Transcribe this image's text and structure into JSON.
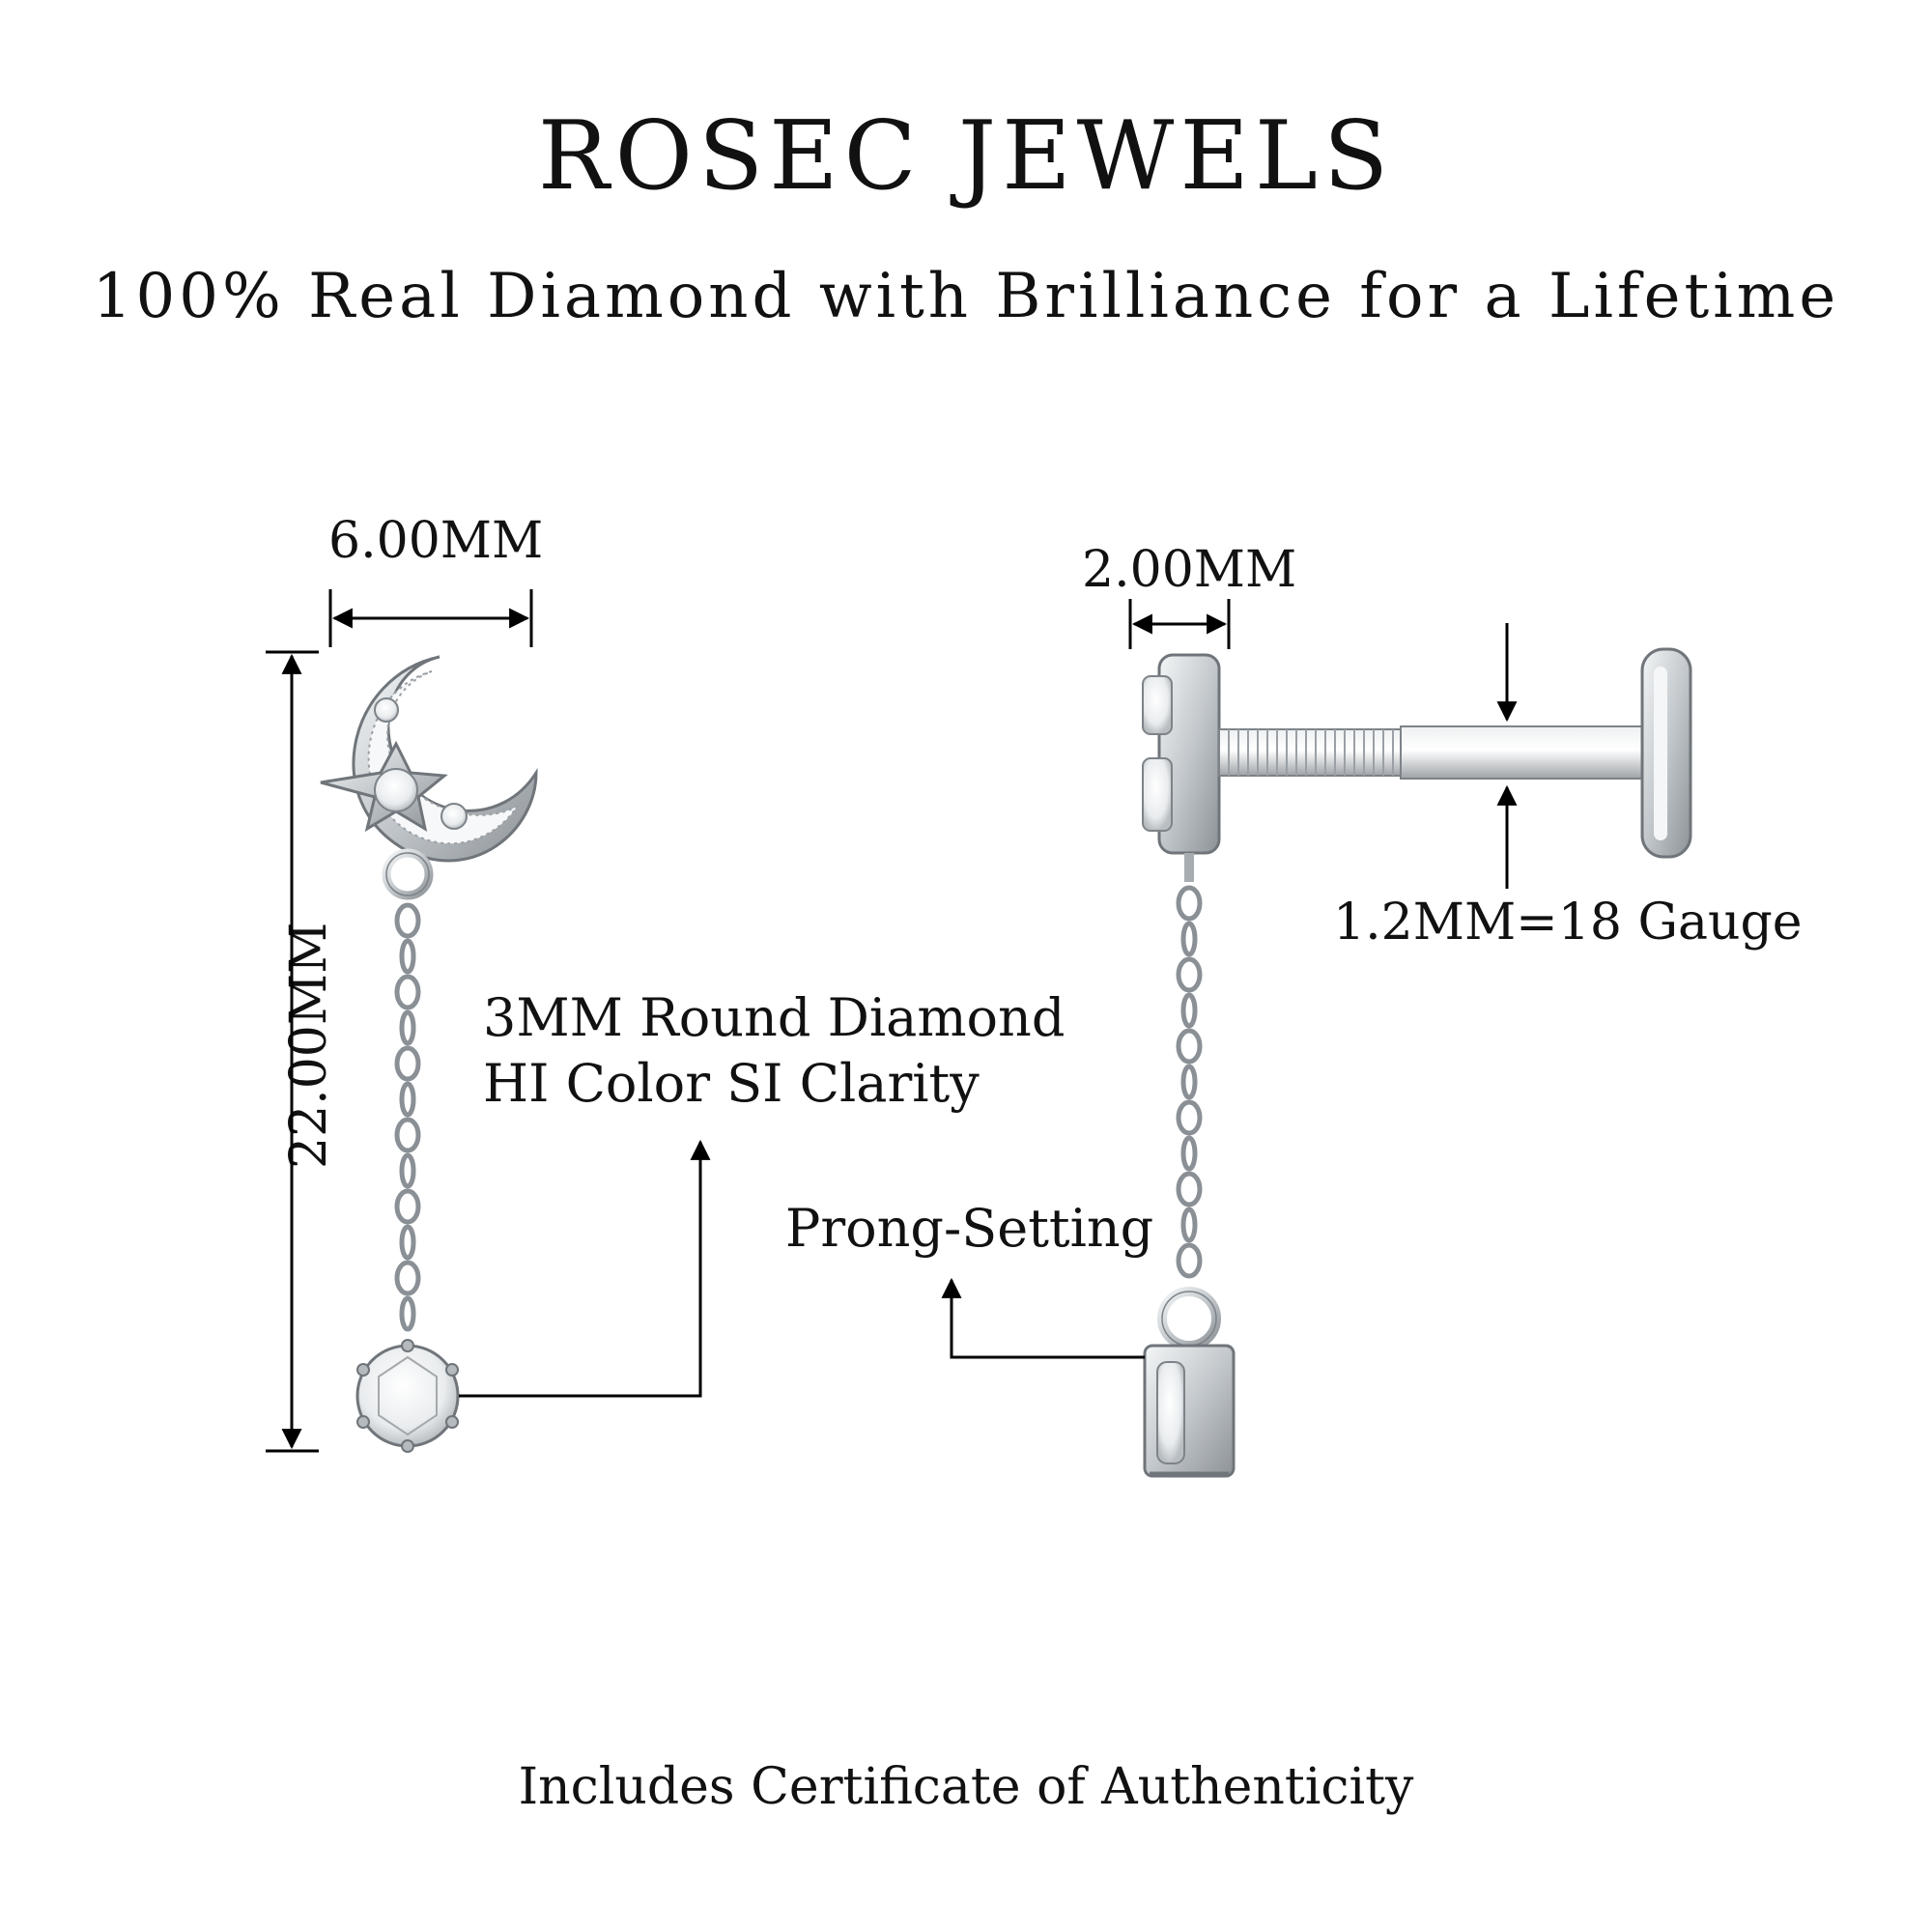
{
  "header": {
    "brand": "ROSEC JEWELS",
    "tagline": "100% Real Diamond with Brilliance for a Lifetime"
  },
  "front_view": {
    "width_label": "6.00MM",
    "height_label": "22.00MM",
    "diamond_spec_line1": "3MM Round Diamond",
    "diamond_spec_line2": "HI Color SI Clarity"
  },
  "side_view": {
    "top_width_label": "2.00MM",
    "gauge_label": "1.2MM=18 Gauge",
    "setting_label": "Prong-Setting"
  },
  "footer": {
    "certificate": "Includes Certificate of Authenticity"
  },
  "colors": {
    "metal": "#c8ccd0",
    "metal_dark": "#8a8f94",
    "line": "#000000"
  }
}
